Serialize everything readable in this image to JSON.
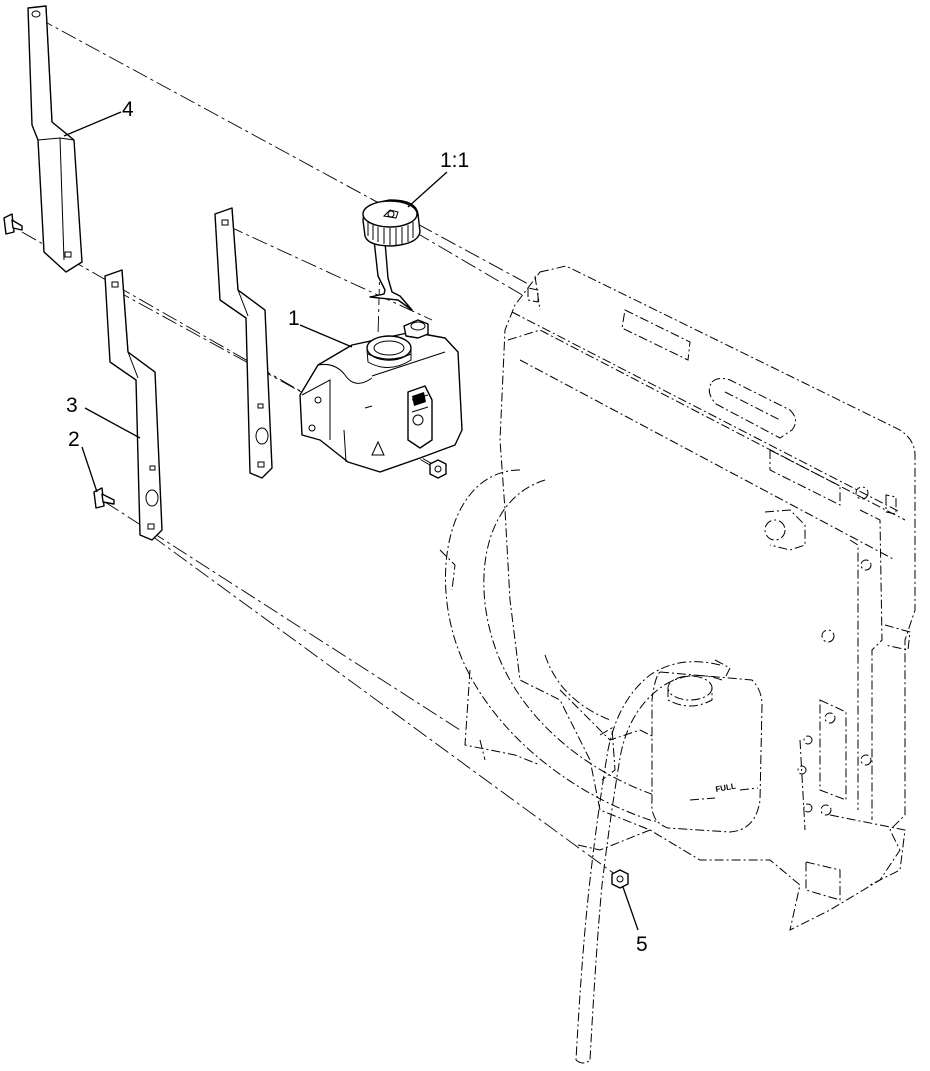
{
  "diagram": {
    "callouts": [
      {
        "id": "1",
        "label": "1"
      },
      {
        "id": "1-1",
        "label": "1:1"
      },
      {
        "id": "2",
        "label": "2"
      },
      {
        "id": "3",
        "label": "3"
      },
      {
        "id": "4",
        "label": "4"
      },
      {
        "id": "5",
        "label": "5"
      }
    ],
    "tank_marking": "FULL",
    "colors": {
      "line": "#000000",
      "background": "#ffffff"
    }
  }
}
